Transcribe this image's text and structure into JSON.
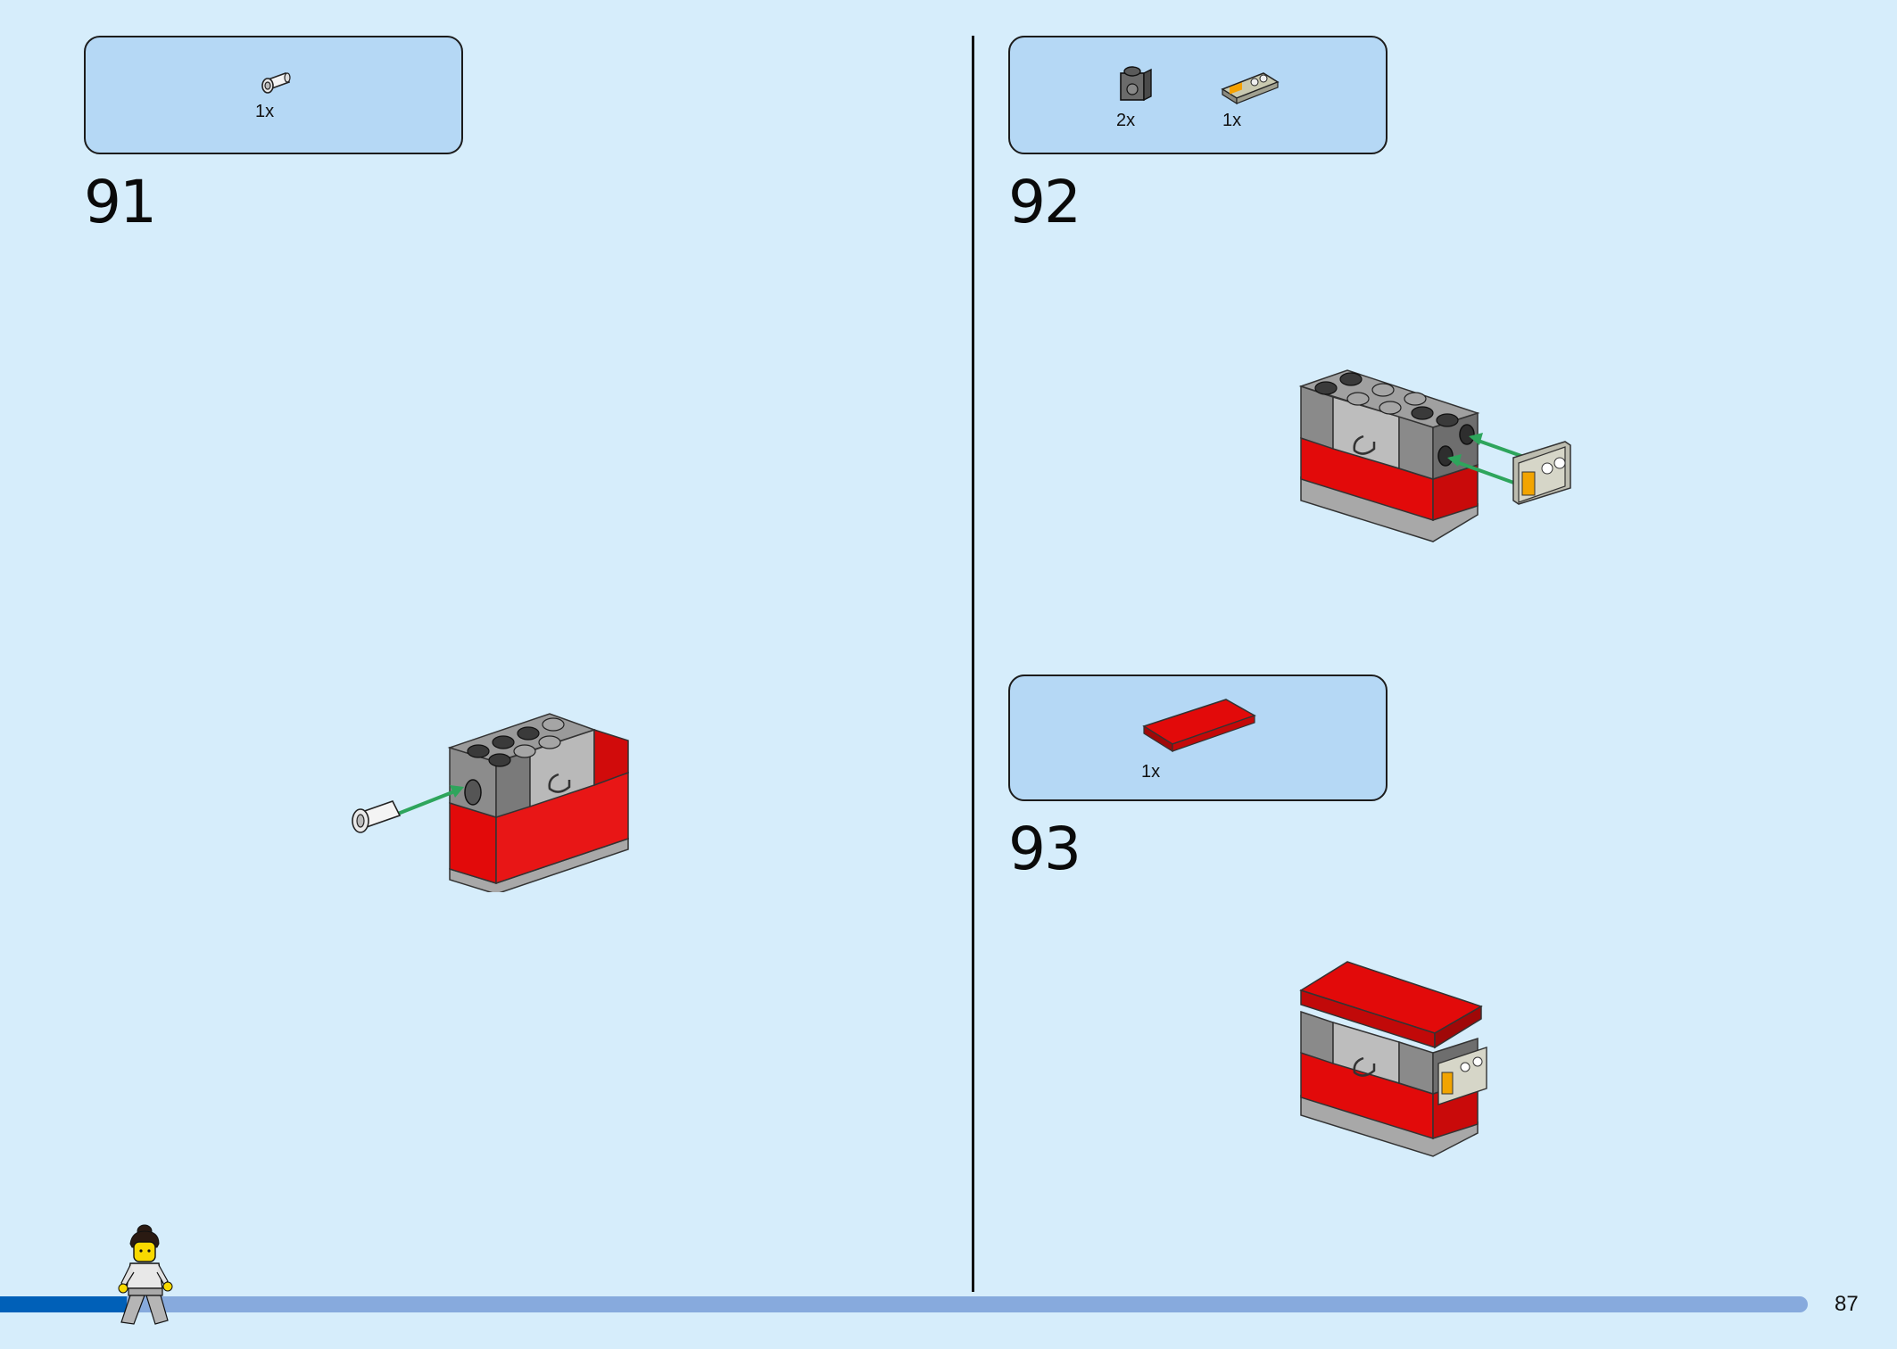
{
  "steps": [
    {
      "number": "91",
      "parts": [
        {
          "quantity": "1x",
          "icon": "white-pin-connector-icon"
        }
      ]
    },
    {
      "number": "92",
      "parts": [
        {
          "quantity": "2x",
          "icon": "dark-gray-bracket-brick-icon"
        },
        {
          "quantity": "1x",
          "icon": "printed-control-panel-tile-icon"
        }
      ]
    },
    {
      "number": "93",
      "parts": [
        {
          "quantity": "1x",
          "icon": "red-2x4-tile-icon"
        }
      ]
    }
  ],
  "progress": {
    "fraction": 0.07
  },
  "page_number": "87",
  "colors": {
    "background": "#d6edfb",
    "parts_box": "#b5d8f5",
    "progress_fill": "#0060b8",
    "progress_track": "#87aadd",
    "brick_red": "#e20a0a",
    "brick_gray": "#8c8c8c",
    "arrow_green": "#2ea55c"
  }
}
